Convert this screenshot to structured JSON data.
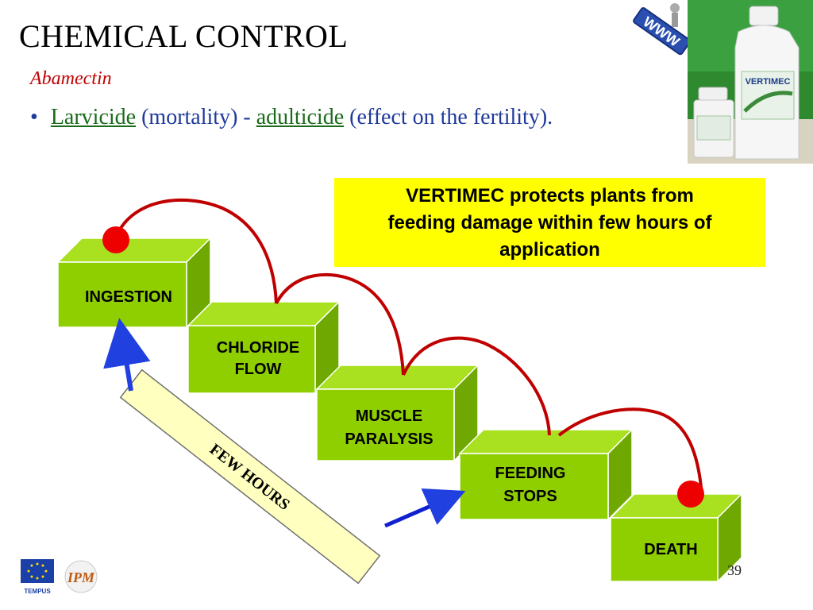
{
  "slide": {
    "title": "CHEMICAL CONTROL",
    "subtitle": "Abamectin",
    "bullet": {
      "marker": "•",
      "kw1": "Larvicide",
      "text1": " (mortality) - ",
      "kw2": "adulticide",
      "text2": " (effect on the fertility)."
    },
    "callout_lines": [
      "VERTIMEC protects plants from",
      "feeding damage within few hours of",
      "application"
    ],
    "steps": [
      {
        "lines": [
          "INGESTION"
        ]
      },
      {
        "lines": [
          "CHLORIDE",
          "FLOW"
        ]
      },
      {
        "lines": [
          "MUSCLE",
          "PARALYSIS"
        ]
      },
      {
        "lines": [
          "FEEDING",
          "STOPS"
        ]
      },
      {
        "lines": [
          "DEATH"
        ]
      }
    ],
    "timeline_label": "FEW HOURS",
    "page_number": "39",
    "product_label": "VERTIMEC",
    "eu_caption": "TEMPUS",
    "ipm_logo_text": "IPM",
    "www_text": "WWW"
  },
  "colors": {
    "box_front": "#8fcf00",
    "box_top": "#a9e020",
    "box_side": "#6fa800",
    "arc": "#c00000",
    "dot": "#ee0000",
    "arrow": "#2040e0",
    "banner": "#ffffc0",
    "callout": "#ffff00",
    "bullet_text": "#1f3a9a",
    "keyword": "#1a6b1a",
    "subtitle": "#c00000"
  }
}
